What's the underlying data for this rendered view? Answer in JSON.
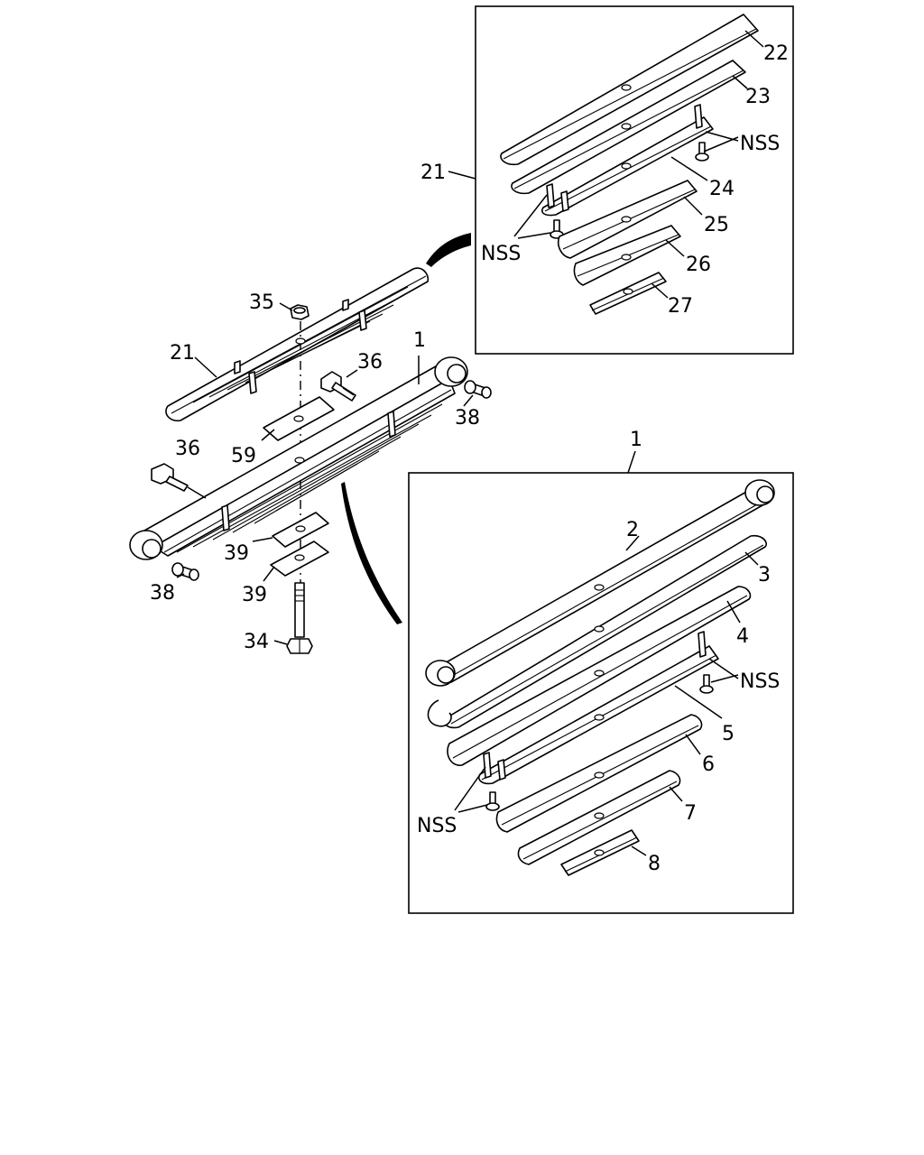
{
  "diagram": {
    "colors": {
      "line": "#000000",
      "background": "#ffffff"
    },
    "callouts": {
      "c21_inset": "21",
      "c22": "22",
      "c23": "23",
      "c24": "24",
      "c25": "25",
      "c26": "26",
      "c27": "27",
      "nss_inset1_a": "NSS",
      "nss_inset1_b": "NSS",
      "c35": "35",
      "c21_main": "21",
      "c36_upper": "36",
      "c1_main": "1",
      "c38_right": "38",
      "c59": "59",
      "c36_left": "36",
      "c39_upper": "39",
      "c39_lower": "39",
      "c38_left": "38",
      "c34": "34",
      "c1_inset": "1",
      "c2": "2",
      "c3": "3",
      "c4": "4",
      "c5": "5",
      "c6": "6",
      "c7": "7",
      "c8": "8",
      "nss_inset2_a": "NSS",
      "nss_inset2_b": "NSS"
    }
  }
}
